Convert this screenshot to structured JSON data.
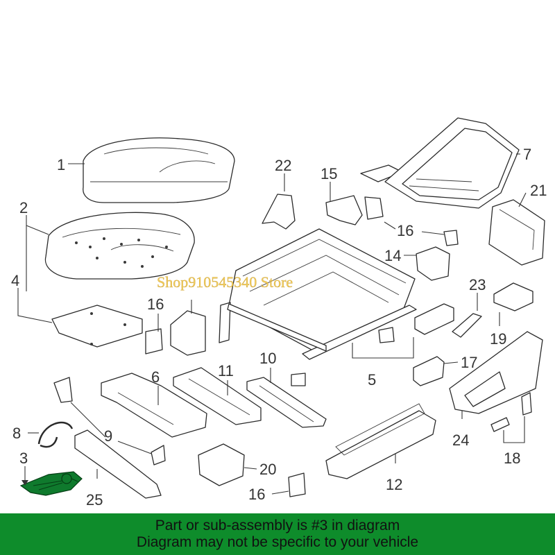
{
  "callouts": [
    "1",
    "2",
    "3",
    "4",
    "5",
    "6",
    "7",
    "8",
    "9",
    "10",
    "11",
    "12",
    "14",
    "15",
    "16",
    "16",
    "16",
    "17",
    "18",
    "19",
    "20",
    "21",
    "22",
    "23",
    "24",
    "25"
  ],
  "highlighted_part": "3",
  "watermark": "Shop910545340 Store",
  "footer": {
    "line1": "Part or sub-assembly is #3 in diagram",
    "line2": "Diagram may not be specific to your vehicle",
    "background": "#0e8c2b"
  },
  "colors": {
    "highlight": "#0f7a2d",
    "line": "#2a2a2a",
    "watermark": "#f2c94c"
  }
}
